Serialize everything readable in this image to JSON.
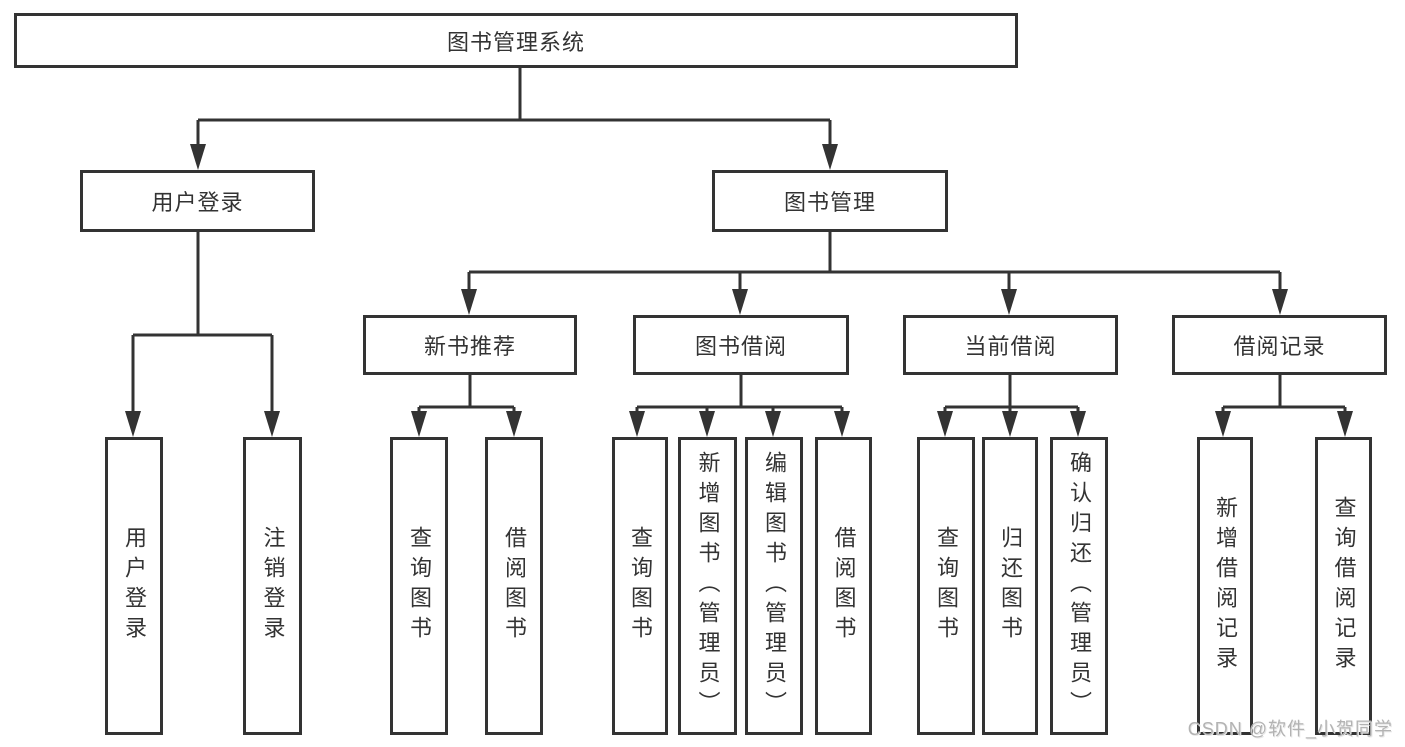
{
  "tree": {
    "label": "图书管理系统",
    "children": [
      {
        "label": "用户登录",
        "children": [
          {
            "label": "用户登录"
          },
          {
            "label": "注销登录"
          }
        ]
      },
      {
        "label": "图书管理",
        "children": [
          {
            "label": "新书推荐",
            "children": [
              {
                "label": "查询图书"
              },
              {
                "label": "借阅图书"
              }
            ]
          },
          {
            "label": "图书借阅",
            "children": [
              {
                "label": "查询图书"
              },
              {
                "label": "新增图书（管理员）"
              },
              {
                "label": "编辑图书（管理员）"
              },
              {
                "label": "借阅图书"
              }
            ]
          },
          {
            "label": "当前借阅",
            "children": [
              {
                "label": "查询图书"
              },
              {
                "label": "归还图书"
              },
              {
                "label": "确认归还（管理员）"
              }
            ]
          },
          {
            "label": "借阅记录",
            "children": [
              {
                "label": "新增借阅记录"
              },
              {
                "label": "查询借阅记录"
              }
            ]
          }
        ]
      }
    ]
  },
  "watermark": "CSDN @软件_小贺同学",
  "colors": {
    "line": "#333333",
    "text": "#333333",
    "box_background": "#ffffff",
    "watermark": "#b3b3b3"
  }
}
